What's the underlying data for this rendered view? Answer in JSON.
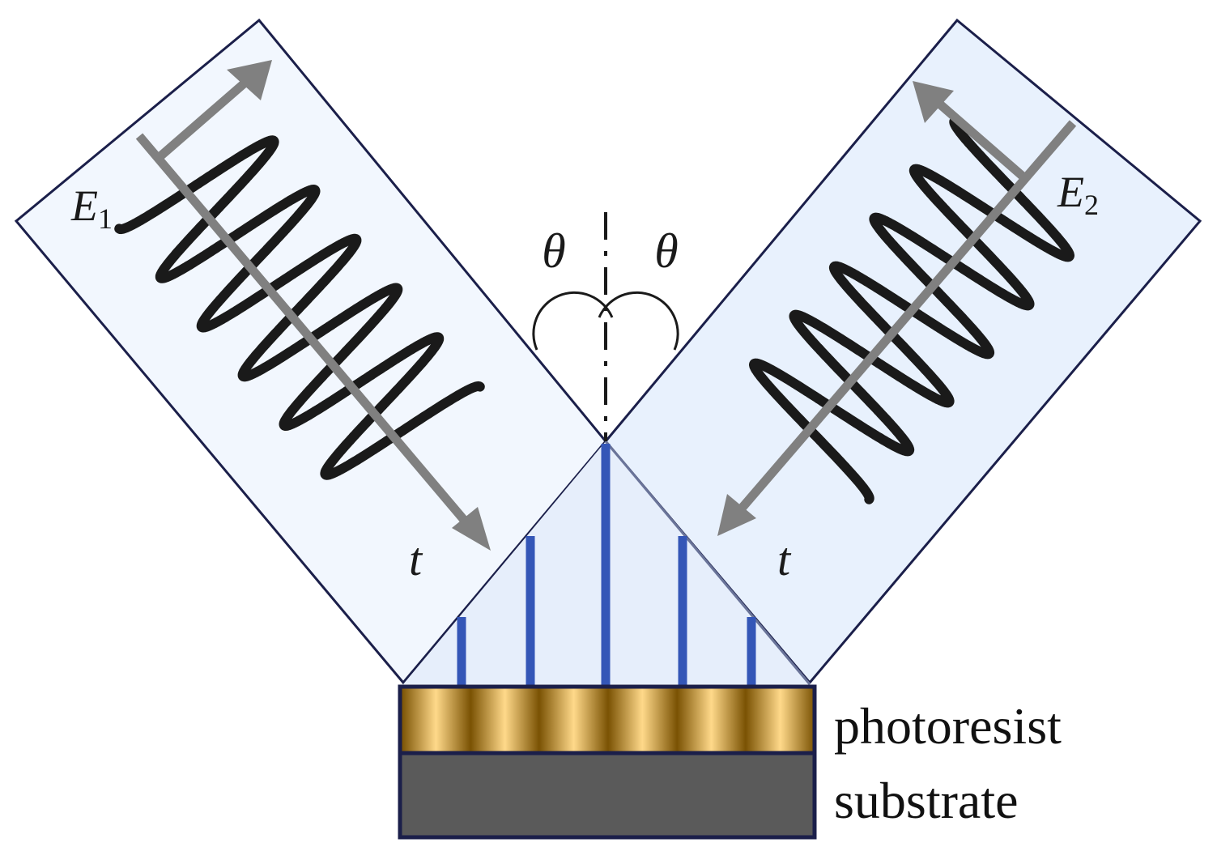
{
  "beams": {
    "left": {
      "field_symbol": "E",
      "field_index": "1",
      "time_label": "t"
    },
    "right": {
      "field_symbol": "E",
      "field_index": "2",
      "time_label": "t"
    }
  },
  "angles": {
    "left": "θ",
    "right": "θ"
  },
  "layers": {
    "photoresist": "photoresist",
    "substrate": "substrate"
  },
  "colors": {
    "beam_fill_left": "#f2f7fe",
    "beam_fill_right": "#e8f1fd",
    "outline": "#1b1f4a",
    "wave": "#1a1a1a",
    "arrow": "#808080",
    "fringe": "#3456b7",
    "photoresist_light": "#ffd98a",
    "photoresist_dark": "#7a5203",
    "substrate": "#5a5a5a"
  }
}
